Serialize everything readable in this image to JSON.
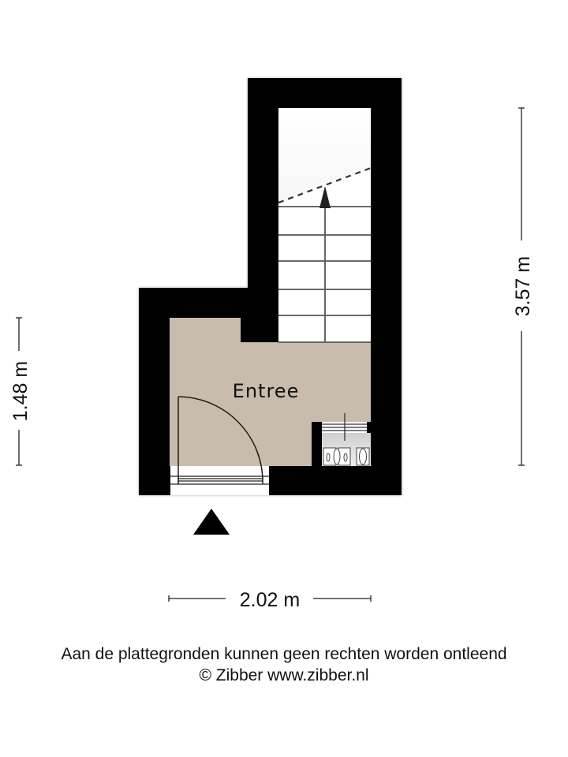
{
  "plan": {
    "rooms": [
      {
        "name": "Entree",
        "floor_color": "#c8bcad"
      }
    ],
    "stairs": {
      "direction": "up",
      "tread_count": 6
    },
    "entrance_marker": "entrance-arrow-up",
    "colors": {
      "wall": "#000000",
      "floor": "#c8bcad",
      "background": "#ffffff",
      "meter_closet": "#e2e2e2"
    }
  },
  "dimensions": {
    "left_height": "1.48 m",
    "right_height": "3.57 m",
    "bottom_width": "2.02 m"
  },
  "footer": {
    "disclaimer": "Aan de plattegronden kunnen geen rechten worden ontleend",
    "copyright": "© Zibber www.zibber.nl"
  }
}
